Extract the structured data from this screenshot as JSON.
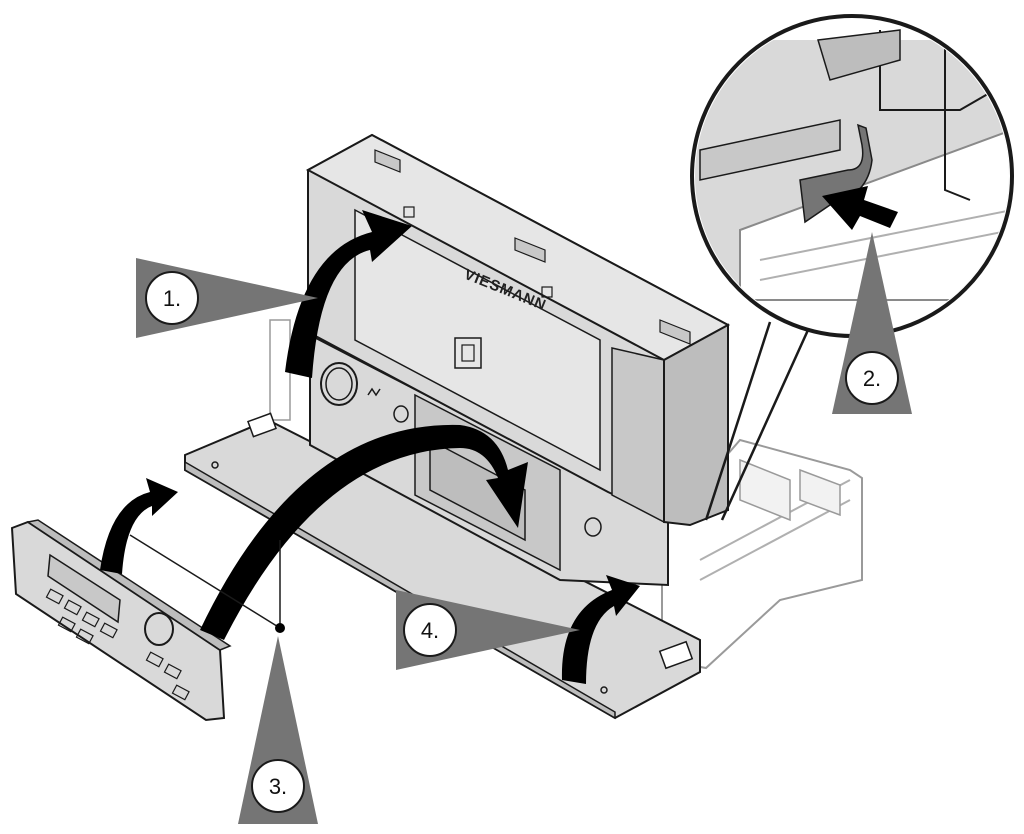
{
  "brand_text": "VIESMANN",
  "steps": [
    {
      "id": "1",
      "label": "1."
    },
    {
      "id": "2",
      "label": "2."
    },
    {
      "id": "3",
      "label": "3."
    },
    {
      "id": "4",
      "label": "4."
    }
  ],
  "colors": {
    "housing": "#d9d9d9",
    "housing_light": "#e6e6e6",
    "housing_dark": "#bdbdbd",
    "outline": "#1a1a1a",
    "pointer": "#757575",
    "arrow": "#000000",
    "callout_circle": "#ffffff"
  }
}
